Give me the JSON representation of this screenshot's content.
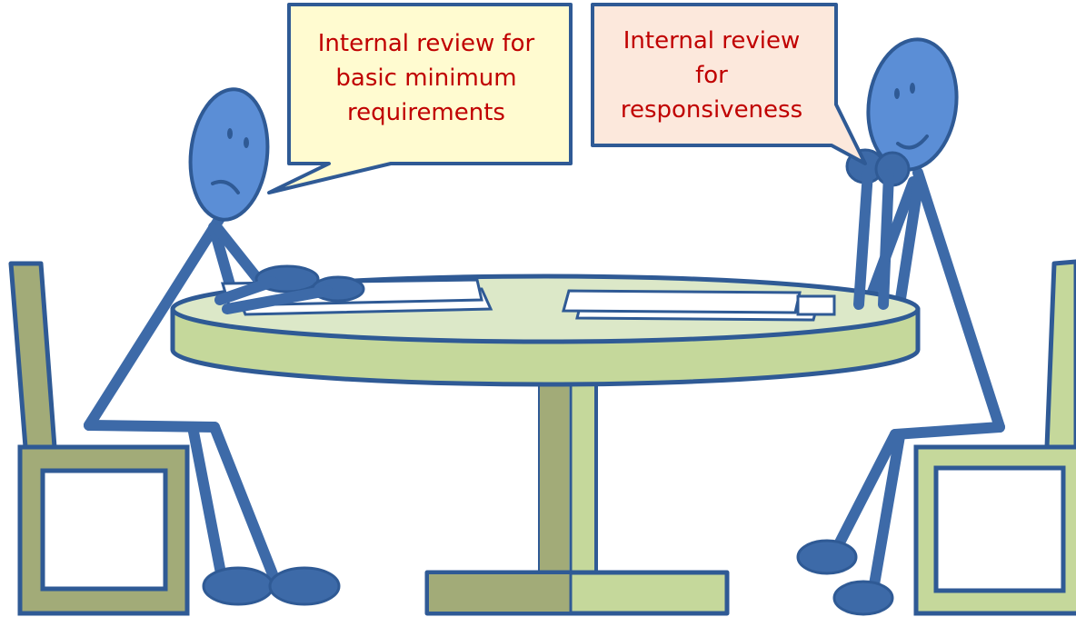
{
  "bubbles": {
    "left": {
      "text": "Internal review for\nbasic minimum\nrequirements",
      "fill": "#fffbd0"
    },
    "right": {
      "text": "Internal review\nfor\nresponsiveness",
      "fill": "#fce8dc"
    }
  },
  "colors": {
    "figure": "#3d6aa8",
    "head": "#5b8ed6",
    "outline": "#2f5a95",
    "table_top": "#dce8c8",
    "table_side": "#c5d89b",
    "chair_back": "#a2ab78",
    "chair_light": "#c5d89b"
  },
  "figures": {
    "left": {
      "expression": "sad",
      "icon": "stick-figure-frown"
    },
    "right": {
      "expression": "happy",
      "icon": "stick-figure-smile"
    }
  }
}
